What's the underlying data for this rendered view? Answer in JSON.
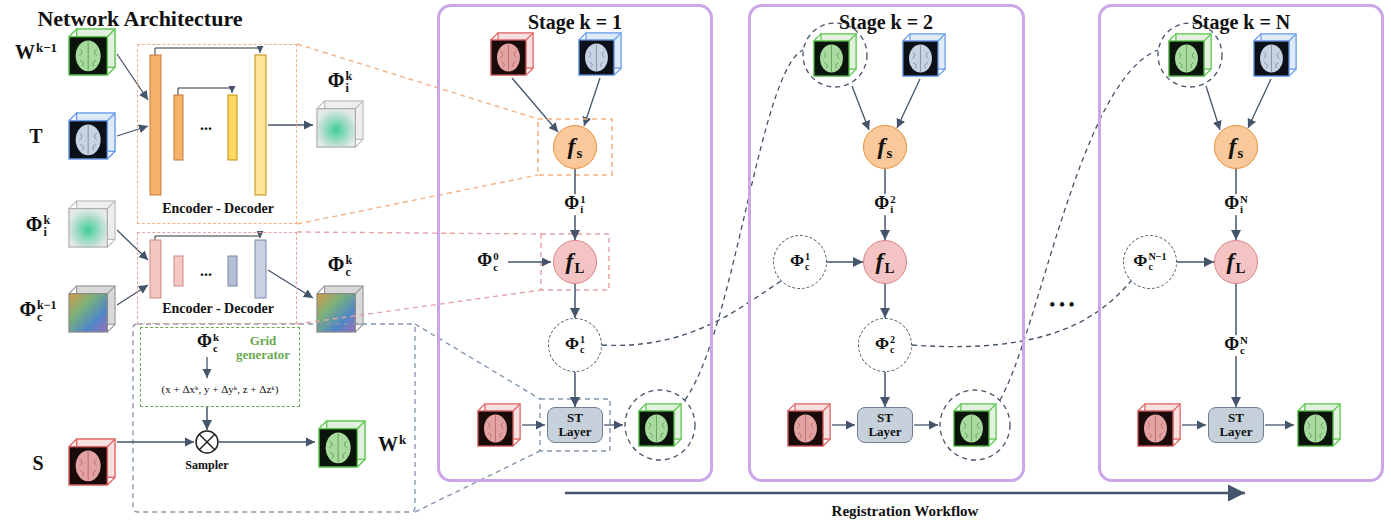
{
  "diagram": {
    "title": "Network Architecture",
    "nodes": [
      {
        "text": [
          "...",
          "Encoder - Decoder"
        ]
      },
      {
        "text": [
          "...",
          "Encoder - Decoder"
        ]
      },
      {
        "text": [
          "Φck",
          "Grid generator",
          "(x + Δxᵏ, y + Δyᵏ, z + Δzᵏ)"
        ]
      },
      {
        "text": [
          "Sampler"
        ]
      },
      {
        "text": [
          "Stage k = 1"
        ]
      },
      {
        "text": [
          "fs"
        ],
        "in": 4
      },
      {
        "text": [
          "fL"
        ],
        "in": 4
      },
      {
        "text": [
          "Φc1"
        ],
        "in": 4
      },
      {
        "text": [
          "ST Layer"
        ],
        "in": 4
      },
      {
        "text": [
          "Stage k = 2"
        ]
      },
      {
        "text": [
          "fs"
        ],
        "in": 9
      },
      {
        "text": [
          "Φc1"
        ],
        "in": 9
      },
      {
        "text": [
          "fL"
        ],
        "in": 9
      },
      {
        "text": [
          "Φc2"
        ],
        "in": 9
      },
      {
        "text": [
          "ST Layer"
        ],
        "in": 9
      },
      {
        "text": [
          "Stage k = N"
        ]
      },
      {
        "text": [
          "fs"
        ],
        "in": 15
      },
      {
        "text": [
          "ΦcN−1"
        ],
        "in": 15
      },
      {
        "text": [
          "fL"
        ],
        "in": 15
      },
      {
        "text": [
          "ST Layer"
        ],
        "in": 15
      }
    ],
    "edges": [
      {
        "from": 0,
        "to": 5,
        "arrow": "none"
      },
      {
        "from": 1,
        "to": 6,
        "arrow": "none"
      },
      {
        "from": 2,
        "to": 3,
        "arrow": "to"
      },
      {
        "from": 5,
        "to": 6,
        "label": "Φi1",
        "arrow": "to"
      },
      {
        "from": 6,
        "to": 7,
        "arrow": "to"
      },
      {
        "from": 7,
        "to": 8,
        "arrow": "to"
      },
      {
        "from": 7,
        "to": 11,
        "arrow": "none"
      },
      {
        "from": 10,
        "to": 12,
        "label": "Φi2",
        "arrow": "to"
      },
      {
        "from": 11,
        "to": 12,
        "arrow": "to"
      },
      {
        "from": 12,
        "to": 13,
        "arrow": "to"
      },
      {
        "from": 13,
        "to": 14,
        "arrow": "to"
      },
      {
        "from": 13,
        "to": 17,
        "arrow": "none"
      },
      {
        "from": 16,
        "to": 18,
        "label": "ΦiN",
        "arrow": "to"
      },
      {
        "from": 17,
        "to": 18,
        "arrow": "to"
      },
      {
        "from": 18,
        "to": 19,
        "label": "ΦcN",
        "arrow": "to"
      }
    ],
    "labels": [
      "Wk−1",
      "T",
      "Φik",
      "Φck−1",
      "S",
      "Φik",
      "Φck",
      "Wk",
      "Φc0",
      "• • •",
      "Registration Workflow"
    ]
  }
}
